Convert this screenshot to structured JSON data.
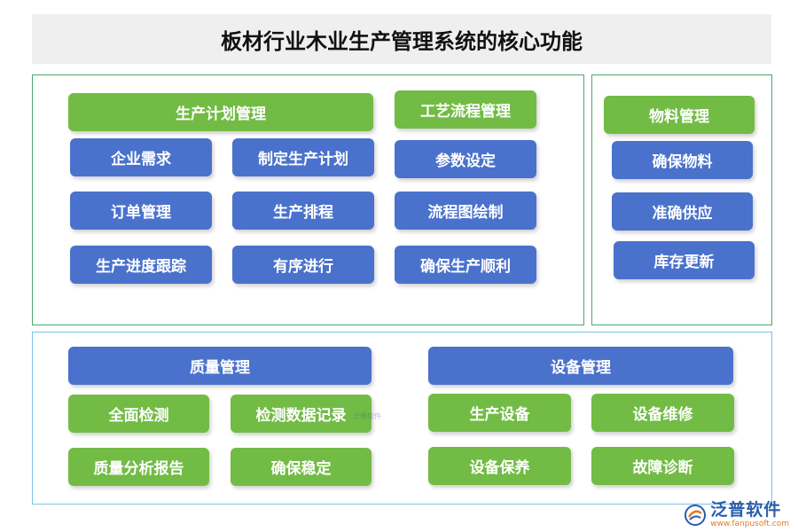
{
  "title": "板材行业木业生产管理系统的核心功能",
  "production_plan": {
    "header": "生产计划管理",
    "items": [
      "企业需求",
      "制定生产计划",
      "订单管理",
      "生产排程",
      "生产进度跟踪",
      "有序进行"
    ]
  },
  "process_flow": {
    "header": "工艺流程管理",
    "items": [
      "参数设定",
      "流程图绘制",
      "确保生产顺利"
    ]
  },
  "material": {
    "header": "物料管理",
    "items": [
      "确保物料",
      "准确供应",
      "库存更新"
    ]
  },
  "quality": {
    "header": "质量管理",
    "items": [
      "全面检测",
      "检测数据记录",
      "质量分析报告",
      "确保稳定"
    ]
  },
  "equipment": {
    "header": "设备管理",
    "items": [
      "生产设备",
      "设备维修",
      "设备保养",
      "故障诊断"
    ]
  },
  "watermark": {
    "cn": "泛普软件",
    "url": "www.fanpusoft.com"
  },
  "colors": {
    "green": "#72bc45",
    "blue": "#4a72cc",
    "panel_green": "#4aa86a",
    "panel_blue": "#79c3e6"
  }
}
